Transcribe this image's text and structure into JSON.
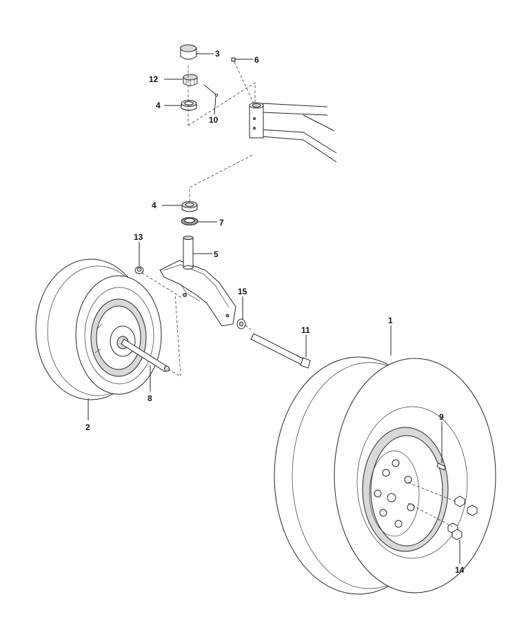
{
  "callouts": [
    {
      "id": "c3",
      "label": "3"
    },
    {
      "id": "c6",
      "label": "6"
    },
    {
      "id": "c12",
      "label": "12"
    },
    {
      "id": "c4a",
      "label": "4"
    },
    {
      "id": "c10",
      "label": "10"
    },
    {
      "id": "c4b",
      "label": "4"
    },
    {
      "id": "c7",
      "label": "7"
    },
    {
      "id": "c13",
      "label": "13"
    },
    {
      "id": "c5",
      "label": "5"
    },
    {
      "id": "c15",
      "label": "15"
    },
    {
      "id": "c1",
      "label": "1"
    },
    {
      "id": "c11",
      "label": "11"
    },
    {
      "id": "c8",
      "label": "8"
    },
    {
      "id": "c2",
      "label": "2"
    },
    {
      "id": "c9",
      "label": "9"
    },
    {
      "id": "c14",
      "label": "14"
    }
  ]
}
